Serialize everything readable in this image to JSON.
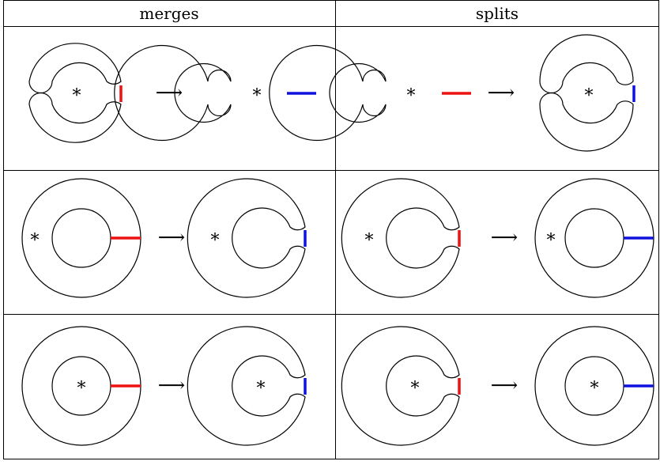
{
  "headers": [
    "merges",
    "splits"
  ],
  "colors": {
    "red_edge": "#ee1111",
    "blue_edge": "#1111dd"
  },
  "rows": [
    {
      "merges": {
        "left": {
          "shape": "two-crescents",
          "star": "*",
          "edge": "red"
        },
        "arrow": "⟶",
        "right": {
          "shape": "open-annulus",
          "star": "*",
          "edge": "blue"
        }
      },
      "splits": {
        "left": {
          "shape": "open-annulus",
          "star": "*",
          "edge": "red"
        },
        "arrow": "⟶",
        "right": {
          "shape": "two-crescents",
          "star": "*",
          "edge": "blue"
        }
      }
    },
    {
      "merges": {
        "left": {
          "shape": "annulus",
          "star": "*",
          "star_position": "outer",
          "edge": "red"
        },
        "arrow": "⟶",
        "right": {
          "shape": "notched-annulus",
          "star": "*",
          "star_position": "outer",
          "edge": "blue"
        }
      },
      "splits": {
        "left": {
          "shape": "notched-annulus",
          "star": "*",
          "star_position": "outer",
          "edge": "red"
        },
        "arrow": "⟶",
        "right": {
          "shape": "annulus",
          "star": "*",
          "star_position": "outer",
          "edge": "blue"
        }
      }
    },
    {
      "merges": {
        "left": {
          "shape": "annulus",
          "star": "*",
          "star_position": "inner",
          "edge": "red"
        },
        "arrow": "⟶",
        "right": {
          "shape": "notched-annulus",
          "star": "*",
          "star_position": "inner",
          "edge": "blue"
        }
      },
      "splits": {
        "left": {
          "shape": "notched-annulus",
          "star": "*",
          "star_position": "inner",
          "edge": "red"
        },
        "arrow": "⟶",
        "right": {
          "shape": "annulus",
          "star": "*",
          "star_position": "inner",
          "edge": "blue"
        }
      }
    }
  ]
}
